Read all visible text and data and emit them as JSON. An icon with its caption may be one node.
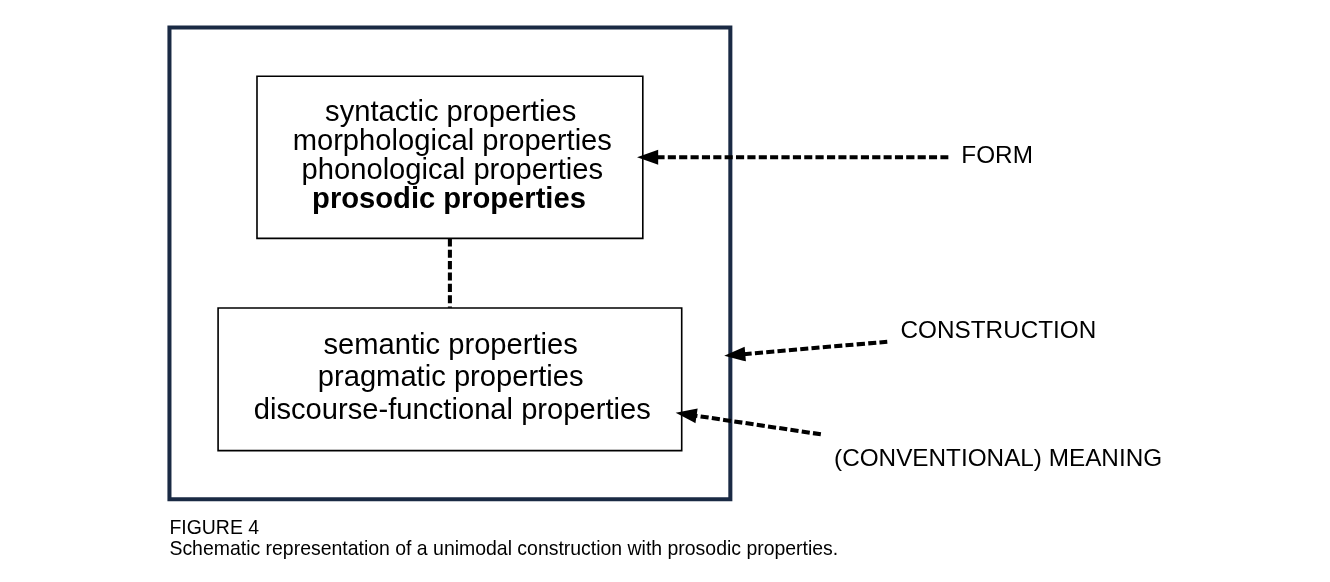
{
  "diagram": {
    "title": "FIGURE 4",
    "caption": "Schematic representation of a unimodal construction with prosodic properties.",
    "nodes": [
      {
        "text": [],
        "shape": "box"
      },
      {
        "text": [
          "syntactic properties",
          "morphological properties",
          "phonological properties",
          "**prosodic properties**"
        ],
        "in": 0
      },
      {
        "text": [
          "semantic properties",
          "pragmatic properties",
          "discourse-functional properties"
        ],
        "in": 0
      },
      {
        "text": [
          "FORM"
        ]
      },
      {
        "text": [
          "CONSTRUCTION"
        ]
      },
      {
        "text": [
          "(CONVENTIONAL) MEANING"
        ]
      }
    ],
    "edges": [
      {
        "from": 3,
        "to": 1,
        "arrow": "to",
        "style": "dashed"
      },
      {
        "from": 1,
        "to": 2,
        "arrow": "none",
        "style": "dashed"
      },
      {
        "from": 4,
        "to": 0,
        "arrow": "to",
        "style": "dashed"
      },
      {
        "from": 5,
        "to": 2,
        "arrow": "to",
        "style": "dashed"
      }
    ]
  }
}
